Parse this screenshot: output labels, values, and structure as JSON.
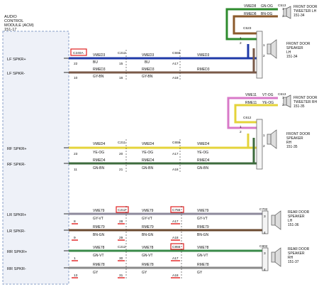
{
  "module": {
    "lines": [
      "AUDIO",
      "CONTROL",
      "MODULE (ACM)",
      "151-17"
    ],
    "pins": [
      "LF SPKR+",
      "LF SPKR-",
      "RF SPKR+",
      "RF SPKR-",
      "LR SPKR+",
      "LR SPKR-",
      "RR SPKR+",
      "RR SPKR-"
    ]
  },
  "components": [
    {
      "lines": [
        "FRONT DOOR",
        "TWEETER LH",
        "151-34"
      ]
    },
    {
      "lines": [
        "FRONT DOOR",
        "SPEAKER",
        "LH",
        "151-34"
      ]
    },
    {
      "lines": [
        "FRONT DOOR",
        "TWEETER RH",
        "151-35"
      ]
    },
    {
      "lines": [
        "FRONT DOOR",
        "SPEAKER",
        "RH",
        "151-35"
      ]
    },
    {
      "lines": [
        "REAR DOOR",
        "SPEAKER",
        "LH",
        "151-36"
      ]
    },
    {
      "lines": [
        "REAR DOOR",
        "SPEAKER",
        "RH",
        "151-37"
      ]
    }
  ],
  "connectors": [
    "C240A",
    "C212",
    "C555",
    "C523",
    "C513",
    "C211",
    "C655",
    "C612",
    "C613",
    "C702",
    "C802"
  ],
  "circuits": [
    {
      "name": "VMED3",
      "color": "BU",
      "hex": "#1f3aa8"
    },
    {
      "name": "RMED3",
      "color": "GY-BN",
      "hex": "#7a5a48"
    },
    {
      "name": "VMED8",
      "color": "GN-OG",
      "hex": "#2e8b2e"
    },
    {
      "name": "RMED8",
      "color": "BN-OG",
      "hex": "#8b5a2b"
    },
    {
      "name": "VMED4",
      "color": "YE-OG",
      "hex": "#e4d33a"
    },
    {
      "name": "RMED4",
      "color": "GN-BN",
      "hex": "#3d6b3d"
    },
    {
      "name": "VME11",
      "color": "VT-OG",
      "hex": "#d879c8"
    },
    {
      "name": "RME11",
      "color": "YE-OG",
      "hex": "#e4d33a"
    },
    {
      "name": "VME79",
      "color": "GY-VT",
      "hex": "#8e8a9c"
    },
    {
      "name": "RME79",
      "color": "BN-GN",
      "hex": "#6b4a30"
    },
    {
      "name": "VME78",
      "color": "GN-VT",
      "hex": "#3a8a4a"
    },
    {
      "name": "RME78",
      "color": "GY",
      "hex": "#8a8a8a"
    }
  ],
  "pin_numbers": {
    "lf": [
      "22",
      "10",
      "15",
      "16",
      "A17",
      "A18"
    ],
    "front_lh": [
      "1",
      "2",
      "1",
      "2",
      "1",
      "2"
    ],
    "rf": [
      "23",
      "11",
      "20",
      "21",
      "A17",
      "A18"
    ],
    "front_rh": [
      "1",
      "2",
      "1",
      "2",
      "1",
      "2"
    ],
    "lr": [
      "8",
      "9",
      "28",
      "29",
      "A17",
      "A18",
      "3",
      "4"
    ],
    "rr": [
      "1",
      "13",
      "30",
      "31",
      "A17",
      "A18",
      "3",
      "4"
    ]
  },
  "colors": {
    "module_border": "#8aa0c8",
    "module_fill": "#eef1f8",
    "highlight": "#e02020",
    "speaker": "#555555"
  }
}
